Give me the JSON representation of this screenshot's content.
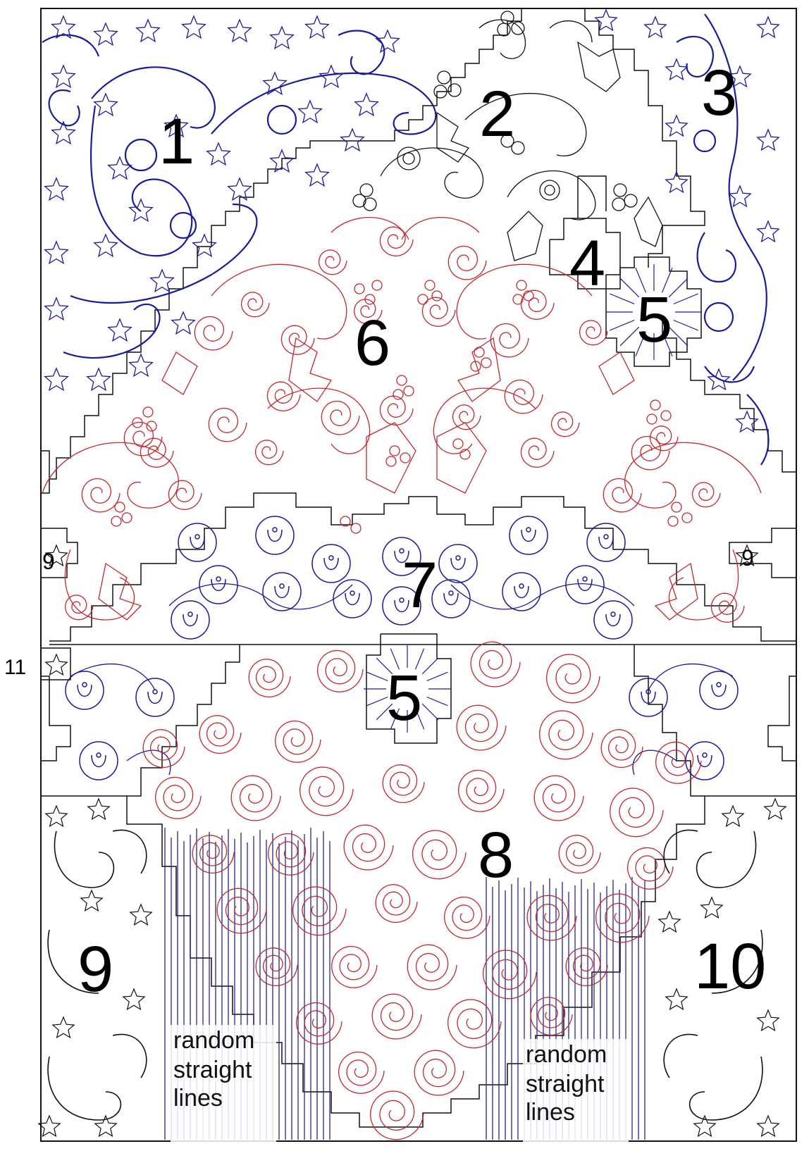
{
  "diagram": {
    "region_labels": {
      "r1": "1",
      "r2": "2",
      "r3": "3",
      "r4": "4",
      "r5a": "5",
      "r5b": "5",
      "r6": "6",
      "r7": "7",
      "r8": "8",
      "r9a": "9",
      "r9b": "9",
      "r9c": "9",
      "r10": "10",
      "r11": "11"
    },
    "notes": {
      "left_1": "random",
      "left_2": "straight",
      "left_3": "lines",
      "right_1": "random",
      "right_2": "straight",
      "right_3": "lines"
    },
    "colors": {
      "blue": "#1a1a9e",
      "red": "#c2282e",
      "black": "#111111",
      "blue_lines": "#26268c"
    }
  }
}
